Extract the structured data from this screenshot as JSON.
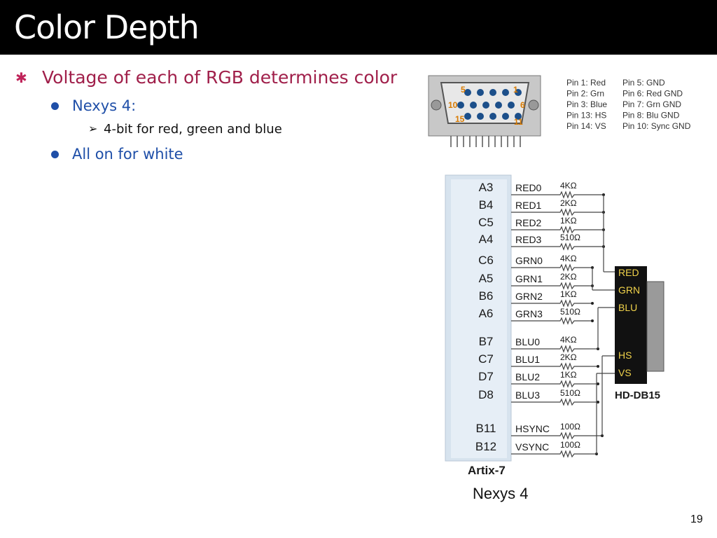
{
  "slide": {
    "title": "Color Depth",
    "bullets": {
      "main": "Voltage of each of RGB determines color",
      "sub1": "Nexys 4:",
      "sub1_item": "4-bit for red, green and blue",
      "sub2": "All on for white"
    },
    "caption": "Nexys 4",
    "page_number": "19"
  },
  "connector": {
    "numbers": [
      "5",
      "1",
      "10",
      "6",
      "15",
      "11"
    ],
    "pin_table_left": [
      "Pin 1: Red",
      "Pin 2: Grn",
      "Pin 3: Blue",
      "Pin 13: HS",
      "Pin 14: VS"
    ],
    "pin_table_right": [
      "Pin 5: GND",
      "Pin 6: Red GND",
      "Pin 7: Grn GND",
      "Pin 8: Blu GND",
      "Pin 10: Sync GND"
    ]
  },
  "schematic": {
    "fpga_label": "Artix-7",
    "connector_label": "HD-DB15",
    "connector_pins": [
      "RED",
      "GRN",
      "BLU",
      "HS",
      "VS"
    ],
    "signals": [
      {
        "pin": "A3",
        "net": "RED0",
        "res": "4KΩ"
      },
      {
        "pin": "B4",
        "net": "RED1",
        "res": "2KΩ"
      },
      {
        "pin": "C5",
        "net": "RED2",
        "res": "1KΩ"
      },
      {
        "pin": "A4",
        "net": "RED3",
        "res": "510Ω"
      },
      {
        "pin": "C6",
        "net": "GRN0",
        "res": "4KΩ"
      },
      {
        "pin": "A5",
        "net": "GRN1",
        "res": "2KΩ"
      },
      {
        "pin": "B6",
        "net": "GRN2",
        "res": "1KΩ"
      },
      {
        "pin": "A6",
        "net": "GRN3",
        "res": "510Ω"
      },
      {
        "pin": "B7",
        "net": "BLU0",
        "res": "4KΩ"
      },
      {
        "pin": "C7",
        "net": "BLU1",
        "res": "2KΩ"
      },
      {
        "pin": "D7",
        "net": "BLU2",
        "res": "1KΩ"
      },
      {
        "pin": "D8",
        "net": "BLU3",
        "res": "510Ω"
      },
      {
        "pin": "B11",
        "net": "HSYNC",
        "res": "100Ω"
      },
      {
        "pin": "B12",
        "net": "VSYNC",
        "res": "100Ω"
      }
    ]
  },
  "colors": {
    "title_bar": "#000000",
    "title_text": "#ffffff",
    "main_bullet": "#a01f4a",
    "sub_bullet": "#1f4fa8"
  }
}
